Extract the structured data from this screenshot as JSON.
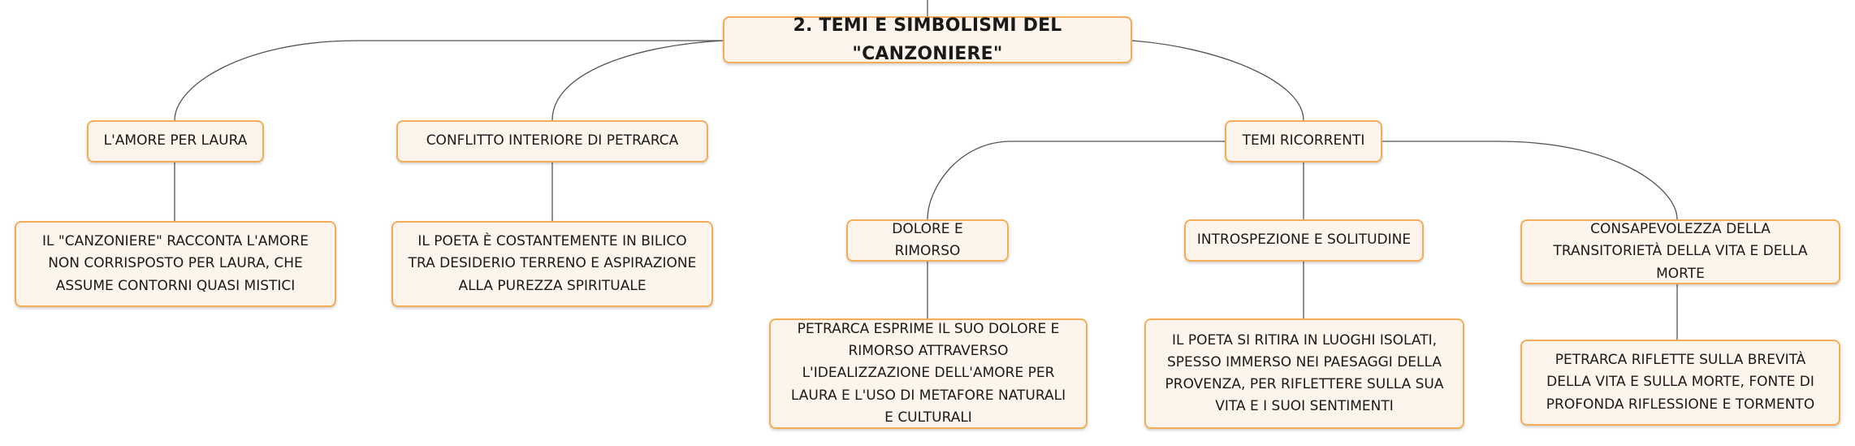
{
  "colors": {
    "border": "#f5ad5a",
    "fill": "#fdf4ec",
    "line": "#555555"
  },
  "root": {
    "label": "2. TEMI E SIMBOLISMI DEL \"CANZONIERE\""
  },
  "branches": [
    {
      "label": "L'AMORE PER LAURA",
      "detail": "IL \"CANZONIERE\" RACCONTA L'AMORE NON CORRISPOSTO PER LAURA, CHE ASSUME CONTORNI QUASI MISTICI"
    },
    {
      "label": "CONFLITTO INTERIORE DI PETRARCA",
      "detail": "IL POETA È COSTANTEMENTE IN BILICO TRA DESIDERIO TERRENO E ASPIRAZIONE ALLA PUREZZA SPIRITUALE"
    },
    {
      "label": "TEMI RICORRENTI",
      "children": [
        {
          "label": "DOLORE E RIMORSO",
          "detail": "PETRARCA ESPRIME IL SUO DOLORE E RIMORSO ATTRAVERSO L'IDEALIZZAZIONE DELL'AMORE PER LAURA E L'USO DI METAFORE NATURALI E CULTURALI"
        },
        {
          "label": "INTROSPEZIONE E SOLITUDINE",
          "detail": "IL POETA SI RITIRA IN LUOGHI ISOLATI, SPESSO IMMERSO NEI PAESAGGI DELLA PROVENZA, PER RIFLETTERE SULLA SUA VITA E I SUOI SENTIMENTI"
        },
        {
          "label": "CONSAPEVOLEZZA DELLA TRANSITORIETÀ DELLA VITA E DELLA MORTE",
          "detail": "PETRARCA RIFLETTE SULLA BREVITÀ DELLA VITA E SULLA MORTE, FONTE DI PROFONDA RIFLESSIONE E TORMENTO"
        }
      ]
    }
  ]
}
